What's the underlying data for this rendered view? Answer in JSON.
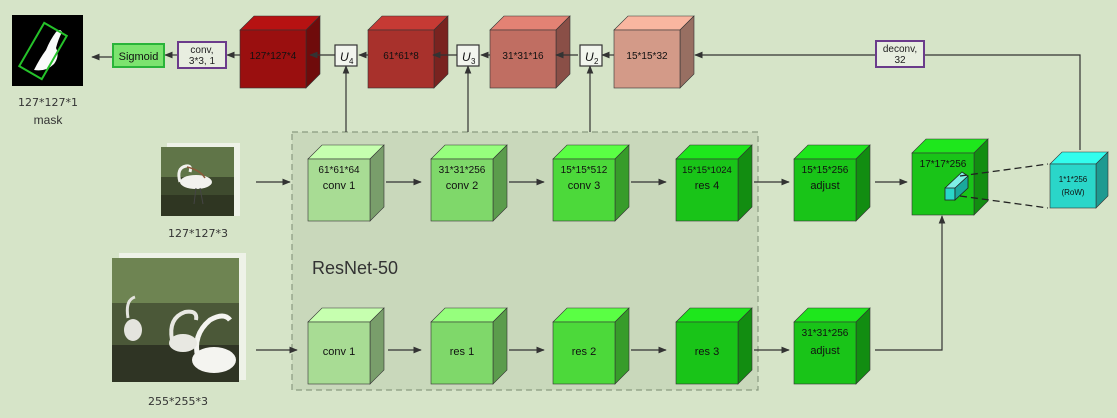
{
  "network": {
    "backbone_label": "ResNet-50",
    "inputs": {
      "exemplar": {
        "size": "127*127*3"
      },
      "search": {
        "size": "255*255*3"
      }
    },
    "exemplar_branch": [
      {
        "dims": "61*61*64",
        "name": "conv 1"
      },
      {
        "dims": "31*31*256",
        "name": "conv 2"
      },
      {
        "dims": "15*15*512",
        "name": "conv 3"
      },
      {
        "dims": "15*15*1024",
        "name": "res 4"
      },
      {
        "dims": "15*15*256",
        "name": "adjust"
      }
    ],
    "search_branch": [
      {
        "dims": "",
        "name": "conv 1"
      },
      {
        "dims": "",
        "name": "res 1"
      },
      {
        "dims": "",
        "name": "res 2"
      },
      {
        "dims": "",
        "name": "res 3"
      },
      {
        "dims": "31*31*256",
        "name": "adjust"
      }
    ],
    "correlation": {
      "dims": "17*17*256"
    },
    "row": {
      "dims": "1*1*256",
      "name": "(RoW)"
    },
    "mask_branch": {
      "deconv": {
        "line1": "deconv,",
        "line2": "32"
      },
      "features": [
        "15*15*32",
        "31*31*16",
        "61*61*8",
        "127*127*4"
      ],
      "refine_units": [
        {
          "base": "U",
          "sub": "2"
        },
        {
          "base": "U",
          "sub": "3"
        },
        {
          "base": "U",
          "sub": "4"
        }
      ],
      "conv": {
        "line1": "conv,",
        "line2": "3*3, 1"
      },
      "sigmoid": "Sigmoid",
      "output": {
        "size": "127*127*1",
        "label": "mask"
      }
    },
    "colors": {
      "background": "#d6e4c8",
      "backbone_box": "#c8d7ba",
      "cube_light": "#a8dc94",
      "cube_mid": "#7fd86a",
      "cube_bright": "#4cd93a",
      "cube_full": "#19c418",
      "row_cube": "#2ad6c9",
      "feat_15": "#d39a88",
      "feat_31": "#c06e62",
      "feat_61": "#a8312c",
      "feat_127": "#9a0f0f",
      "sigmoid_border": "#2ab43a",
      "conv_border": "#6b3b8b"
    }
  }
}
